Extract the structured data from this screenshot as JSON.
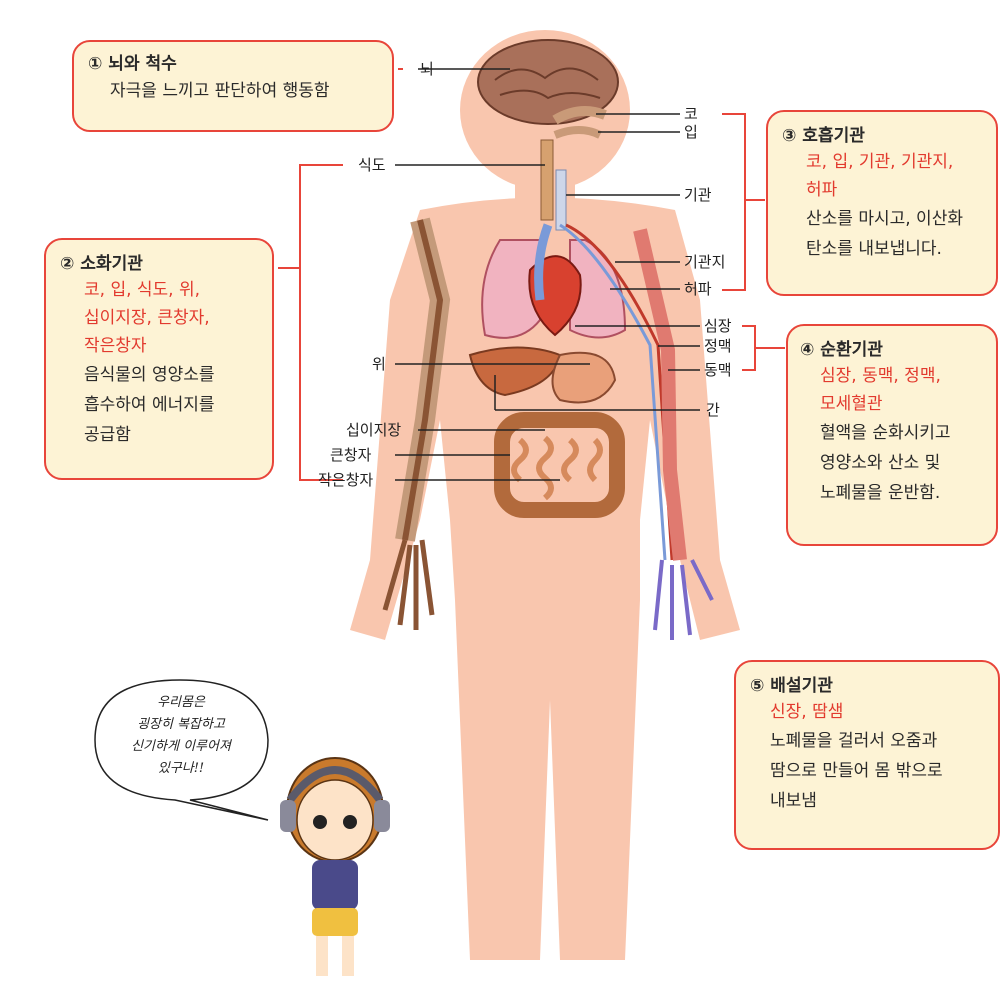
{
  "boxes": {
    "brain": {
      "title": "① 뇌와 척수",
      "desc": "자극을 느끼고 판단하여 행동함"
    },
    "digestive": {
      "title": "② 소화기관",
      "organs_1": "코, 입, 식도, 위,",
      "organs_2": "십이지장, 큰창자,",
      "organs_3": "작은창자",
      "desc_1": "음식물의 영양소를",
      "desc_2": "흡수하여 에너지를",
      "desc_3": "공급함"
    },
    "respiratory": {
      "title": "③ 호흡기관",
      "organs_1": "코, 입, 기관, 기관지,",
      "organs_2": "허파",
      "desc_1": "산소를 마시고, 이산화",
      "desc_2": "탄소를 내보냅니다."
    },
    "circulatory": {
      "title": "④ 순환기관",
      "organs_1": "심장, 동맥, 정맥,",
      "organs_2": "모세혈관",
      "desc_1": "혈액을 순화시키고",
      "desc_2": "영양소와 산소 및",
      "desc_3": "노폐물을 운반함."
    },
    "excretory": {
      "title": "⑤ 배설기관",
      "organs_1": "신장, 땀샘",
      "desc_1": "노폐물을 걸러서 오줌과",
      "desc_2": "땀으로 만들어 몸 밖으로",
      "desc_3": "내보냄"
    }
  },
  "labels": {
    "brain": "뇌",
    "nose": "코",
    "mouth": "입",
    "esophagus": "식도",
    "trachea": "기관",
    "bronchi": "기관지",
    "lungs": "허파",
    "heart": "심장",
    "vein": "정맥",
    "artery": "동맥",
    "stomach": "위",
    "liver": "간",
    "duodenum": "십이지장",
    "large_intestine": "큰창자",
    "small_intestine": "작은창자"
  },
  "bubble": {
    "line_1": "우리몸은",
    "line_2": "굉장히 복잡하고",
    "line_3": "신기하게 이루어져",
    "line_4": "있구나!!"
  },
  "colors": {
    "box_fill": "#fdf3d5",
    "box_border": "#e8453a",
    "highlight_text": "#e23a2e",
    "skin": "#f9c6ae",
    "bracket": "#e8453a"
  }
}
